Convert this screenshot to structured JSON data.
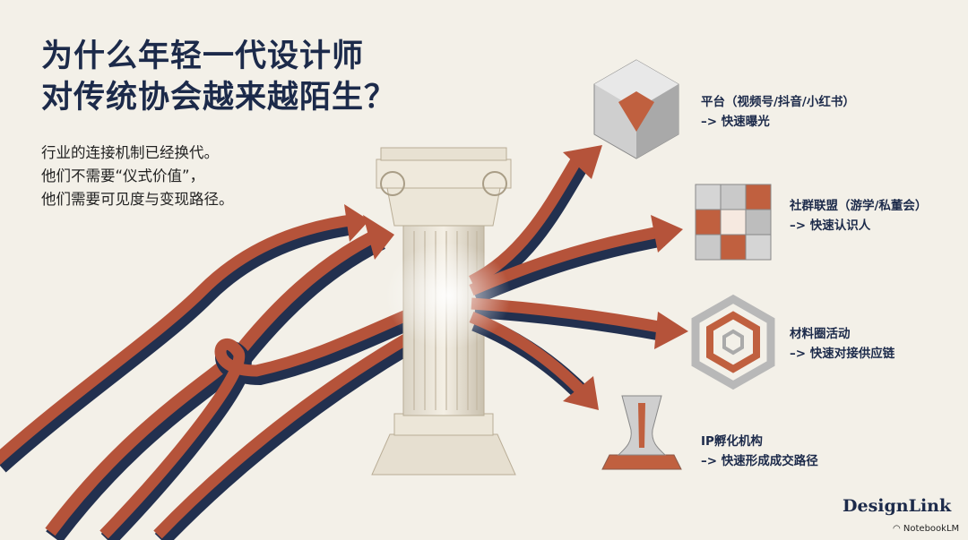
{
  "title": [
    "为什么年轻一代设计师",
    "对传统协会越来越陌生？"
  ],
  "subtitle": [
    "行业的连接机制已经换代。",
    "他们不需要“仪式价值”，",
    "他们需要可见度与变现路径。"
  ],
  "channels": [
    {
      "name": "平台（视频号/抖音/小红书）",
      "benefit": "–> 快速曝光",
      "icon": "cube-cutaway-icon"
    },
    {
      "name": "社群联盟（游学/私董会）",
      "benefit": "–> 快速认识人",
      "icon": "cube-cluster-icon"
    },
    {
      "name": "材料圈活动",
      "benefit": "–> 快速对接供应链",
      "icon": "nested-hex-frame-icon"
    },
    {
      "name": "IP孵化机构",
      "benefit": "–> 快速形成成交路径",
      "icon": "pedestal-icon"
    }
  ],
  "brand": "DesignLink",
  "watermark": "NotebookLM",
  "colors": {
    "background": "#f3f0e8",
    "navy": "#1c2a4a",
    "arrow_red": "#b5533a"
  }
}
